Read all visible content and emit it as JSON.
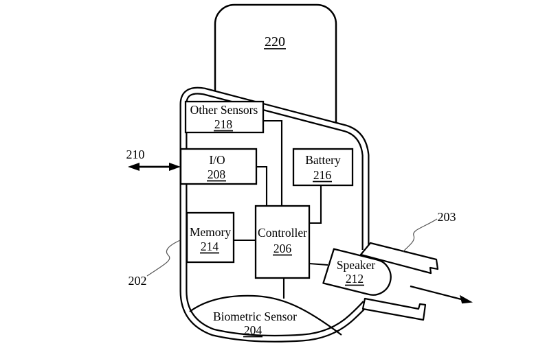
{
  "figure_type": "patent-block-diagram",
  "colors": {
    "line": "#000000",
    "background": "#ffffff",
    "leader": "#555555"
  },
  "components": {
    "stem": {
      "ref": "220"
    },
    "other_sensors": {
      "label": "Other Sensors",
      "ref": "218"
    },
    "io": {
      "label": "I/O",
      "ref": "208"
    },
    "battery": {
      "label": "Battery",
      "ref": "216"
    },
    "memory": {
      "label": "Memory",
      "ref": "214"
    },
    "controller": {
      "label": "Controller",
      "ref": "206"
    },
    "speaker": {
      "label": "Speaker",
      "ref": "212"
    },
    "biometric_sensor": {
      "label": "Biometric Sensor",
      "ref": "204"
    }
  },
  "annotations": {
    "io_arrow": "210",
    "housing": "202",
    "nozzle": "203"
  },
  "connections": [
    [
      "other_sensors",
      "controller"
    ],
    [
      "io",
      "controller"
    ],
    [
      "battery",
      "controller"
    ],
    [
      "memory",
      "controller"
    ],
    [
      "controller",
      "speaker"
    ],
    [
      "controller",
      "biometric_sensor"
    ]
  ]
}
